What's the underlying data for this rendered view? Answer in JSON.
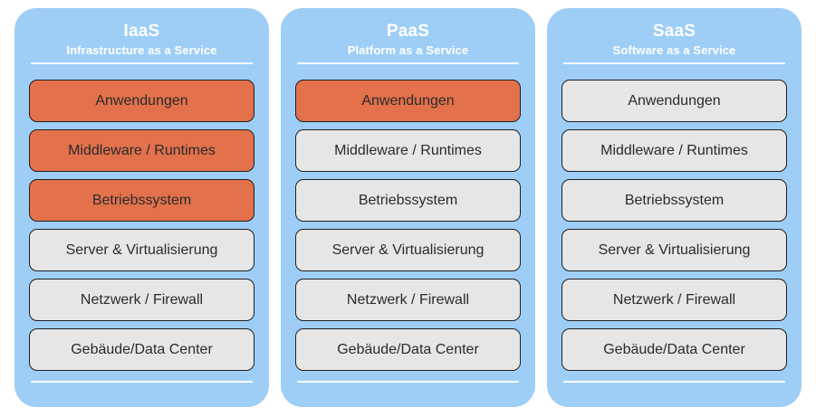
{
  "diagram": {
    "colors": {
      "panel_background": "#9ECEF6",
      "layer_customer_managed": "#E2714C",
      "layer_provider_managed": "#E6E6E6",
      "layer_border": "#1f1f1f",
      "layer_text": "#2b2b2b",
      "header_text": "#ffffff",
      "page_background": "#ffffff"
    },
    "panels": [
      {
        "title": "IaaS",
        "subtitle": "Infrastructure as a Service",
        "layers": [
          {
            "label": "Anwendungen",
            "style": "customer"
          },
          {
            "label": "Middleware / Runtimes",
            "style": "customer"
          },
          {
            "label": "Betriebssystem",
            "style": "customer"
          },
          {
            "label": "Server & Virtualisierung",
            "style": "provider"
          },
          {
            "label": "Netzwerk / Firewall",
            "style": "provider"
          },
          {
            "label": "Gebäude/Data Center",
            "style": "provider"
          }
        ]
      },
      {
        "title": "PaaS",
        "subtitle": "Platform as a Service",
        "layers": [
          {
            "label": "Anwendungen",
            "style": "customer"
          },
          {
            "label": "Middleware / Runtimes",
            "style": "provider"
          },
          {
            "label": "Betriebssystem",
            "style": "provider"
          },
          {
            "label": "Server & Virtualisierung",
            "style": "provider"
          },
          {
            "label": "Netzwerk / Firewall",
            "style": "provider"
          },
          {
            "label": "Gebäude/Data Center",
            "style": "provider"
          }
        ]
      },
      {
        "title": "SaaS",
        "subtitle": "Software as a Service",
        "layers": [
          {
            "label": "Anwendungen",
            "style": "provider"
          },
          {
            "label": "Middleware / Runtimes",
            "style": "provider"
          },
          {
            "label": "Betriebssystem",
            "style": "provider"
          },
          {
            "label": "Server & Virtualisierung",
            "style": "provider"
          },
          {
            "label": "Netzwerk / Firewall",
            "style": "provider"
          },
          {
            "label": "Gebäude/Data Center",
            "style": "provider"
          }
        ]
      }
    ]
  }
}
